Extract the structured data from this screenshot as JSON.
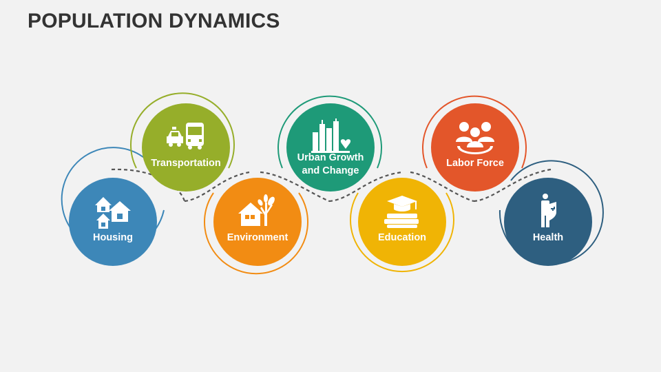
{
  "page": {
    "title": "POPULATION DYNAMICS"
  },
  "colors": {
    "housing": "#3d87b8",
    "transportation": "#96ae2a",
    "environment": "#f28c13",
    "urban": "#1e9a78",
    "education": "#f0b405",
    "labor": "#e3562a",
    "health": "#2e5f80",
    "connector": "#555555"
  },
  "nodes": [
    {
      "key": "housing",
      "label": "Housing",
      "icon": "houses-icon",
      "color": "#3d87b8",
      "ring": "#3d87b8"
    },
    {
      "key": "transportation",
      "label": "Transportation",
      "icon": "taxi-bus-icon",
      "color": "#96ae2a",
      "ring": "#96ae2a"
    },
    {
      "key": "environment",
      "label": "Environment",
      "icon": "house-tree-icon",
      "color": "#f28c13",
      "ring": "#f28c13"
    },
    {
      "key": "urban",
      "label": "Urban Growth and Change",
      "label_line1": "Urban Growth",
      "label_line2": "and Change",
      "icon": "city-buildings-icon",
      "color": "#1e9a78",
      "ring": "#1e9a78"
    },
    {
      "key": "education",
      "label": "Education",
      "icon": "graduation-books-icon",
      "color": "#f0b405",
      "ring": "#f0b405"
    },
    {
      "key": "labor",
      "label": "Labor Force",
      "icon": "workers-group-icon",
      "color": "#e3562a",
      "ring": "#e3562a"
    },
    {
      "key": "health",
      "label": "Health",
      "icon": "person-shield-icon",
      "color": "#2e5f80",
      "ring": "#2e5f80"
    }
  ]
}
